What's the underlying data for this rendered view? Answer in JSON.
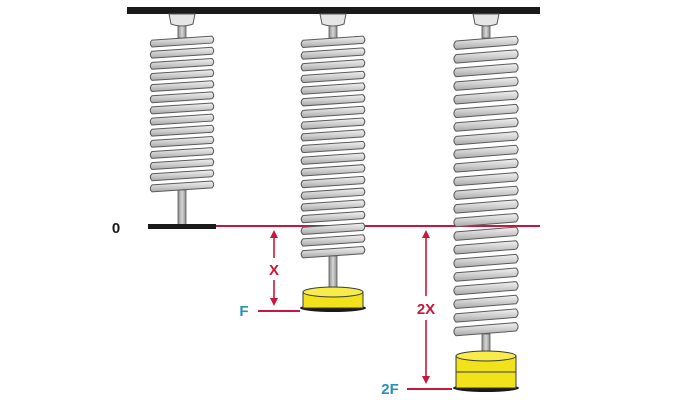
{
  "labels": {
    "zero": "0",
    "x": "X",
    "two_x": "2X",
    "f": "F",
    "two_f": "2F"
  },
  "colors": {
    "ceiling": "#1a1a1a",
    "coil_fill": "#d4d4d4",
    "coil_stroke": "#5a5a5a",
    "reference_line": "#c8163c",
    "weight_fill": "#f2e21c",
    "weight_stroke": "#3a3a3a",
    "force_label": "#2a8fb8",
    "dark_label": "#1a1a1a"
  }
}
